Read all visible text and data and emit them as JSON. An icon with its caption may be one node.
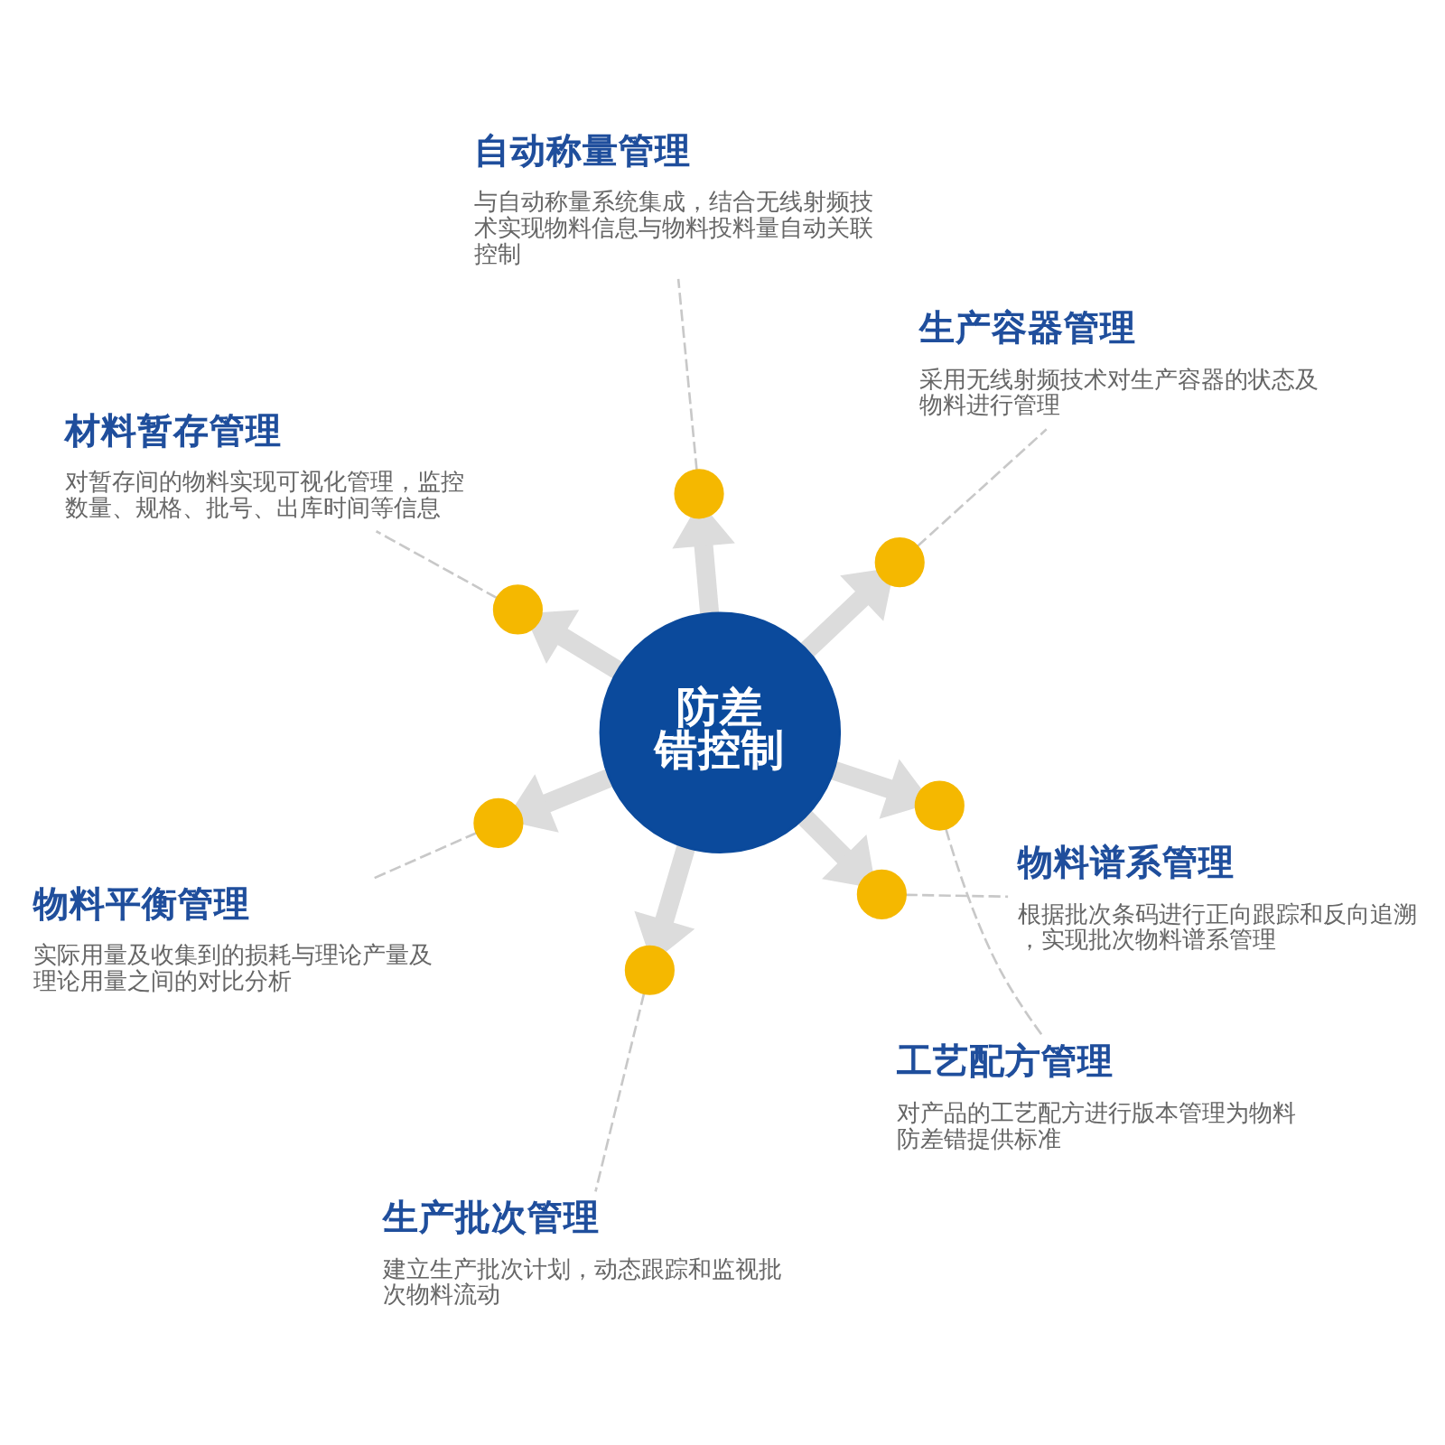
{
  "diagram": {
    "nodes": [
      {
        "text": [
          "防差错控制"
        ]
      },
      {
        "text": [],
        "shape": "circle"
      },
      {
        "text": [],
        "shape": "circle"
      },
      {
        "text": [],
        "shape": "circle"
      },
      {
        "text": [],
        "shape": "circle"
      },
      {
        "text": [],
        "shape": "circle"
      },
      {
        "text": [],
        "shape": "circle"
      },
      {
        "text": [],
        "shape": "circle"
      },
      {
        "text": [
          "物料平衡管理",
          "实际用量及收集到的损耗与理论产量及理论用量之间的对比分析"
        ]
      },
      {
        "text": [
          "生产批次管理",
          "建立生产批次计划，动态跟踪和监视批次物料流动"
        ]
      },
      {
        "text": [
          "工艺配方管理",
          "对产品的工艺配方进行版本管理为物料防差错提供标准"
        ]
      },
      {
        "text": [
          "材料暂存管理",
          "对暂存间的物料实现可视化管理，监控数量、规格、批号、出库时间等信息"
        ]
      },
      {
        "text": [
          "物料谱系管理",
          "根据批次条码进行正向跟踪和反向追溯，实现批次物料谱系管理"
        ]
      },
      {
        "text": [
          "生产容器管理",
          "采用无线射频技术对生产容器的状态及物料进行管理"
        ]
      },
      {
        "text": [
          "自动称量管理",
          "与自动称量系统集成，结合无线射频技术实现物料信息与物料投料量自动关联控制"
        ]
      }
    ],
    "edges": [
      {
        "from": 0,
        "to": 4,
        "arrow": "to",
        "style": "thick",
        "color": "#dcdcdc"
      },
      {
        "from": 0,
        "to": 6,
        "arrow": "to",
        "style": "thick",
        "color": "#dcdcdc"
      },
      {
        "from": 0,
        "to": 7,
        "arrow": "to",
        "style": "thick",
        "color": "#dcdcdc"
      },
      {
        "from": 0,
        "to": 5,
        "arrow": "to",
        "style": "thick",
        "color": "#dcdcdc"
      },
      {
        "from": 0,
        "to": 3,
        "arrow": "to",
        "style": "thick",
        "color": "#dcdcdc"
      },
      {
        "from": 0,
        "to": 1,
        "arrow": "to",
        "style": "thick",
        "color": "#dcdcdc"
      },
      {
        "from": 0,
        "to": 2,
        "arrow": "to",
        "style": "thick",
        "color": "#dcdcdc"
      },
      {
        "from": 4,
        "to": 8,
        "arrow": "none",
        "style": "dashed",
        "color": "#c8c8c8"
      },
      {
        "from": 2,
        "to": 9,
        "arrow": "none",
        "style": "dashed",
        "color": "#c8c8c8"
      },
      {
        "from": 1,
        "to": 10,
        "arrow": "none",
        "style": "dashed",
        "color": "#c8c8c8"
      },
      {
        "from": 3,
        "to": 11,
        "arrow": "none",
        "style": "dashed",
        "color": "#c8c8c8"
      },
      {
        "from": 6,
        "to": 12,
        "arrow": "none",
        "style": "dashed",
        "color": "#c8c8c8"
      },
      {
        "from": 7,
        "to": 13,
        "arrow": "none",
        "style": "dashed",
        "color": "#c8c8c8"
      },
      {
        "from": 5,
        "to": 14,
        "arrow": "none",
        "style": "dashed",
        "color": "#c8c8c8"
      }
    ]
  }
}
